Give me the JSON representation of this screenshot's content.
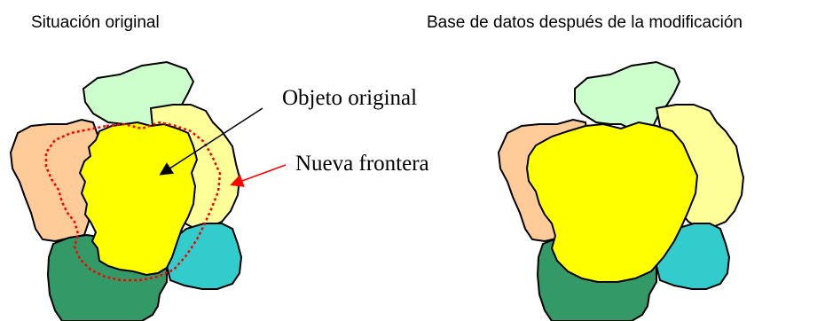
{
  "titles": {
    "left": "Situación original",
    "right": "Base de datos después de la modificación"
  },
  "annotations": {
    "original_object": "Objeto original",
    "new_boundary": "Nueva frontera"
  },
  "colors": {
    "light_green": "#ccffcc",
    "peach": "#ffcc99",
    "light_yellow": "#ffff99",
    "yellow": "#ffff00",
    "dark_green": "#339966",
    "teal": "#33cccc",
    "boundary": "#ff0000",
    "arrow": "#000000",
    "red_arrow": "#ff0000"
  }
}
